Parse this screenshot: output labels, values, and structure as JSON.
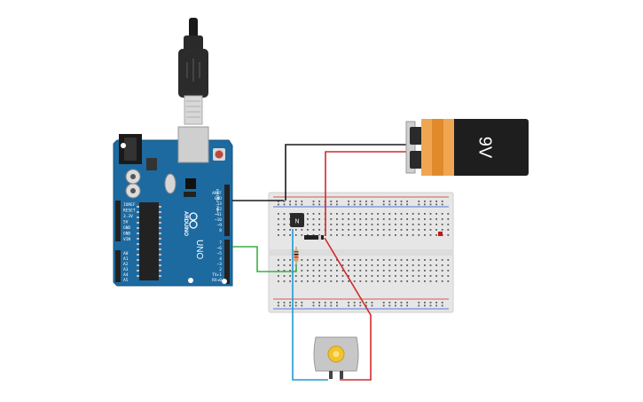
{
  "battery": {
    "label": "9V",
    "color_body": "#1e1e1e",
    "color_band": "#f0a650"
  },
  "arduino": {
    "brand": "ARDUINO",
    "model": "UNO",
    "board_color": "#1d6aa0",
    "digital_header": "DIGITAL (PWM~)",
    "power_labels": [
      "IOREF",
      "RESET",
      "3.3V",
      "5V",
      "GND",
      "GND",
      "VIN"
    ],
    "analog_labels": [
      "A0",
      "A1",
      "A2",
      "A3",
      "A4",
      "A5"
    ],
    "digital_labels": [
      "AREF",
      "GND",
      "13",
      "12",
      "~11",
      "~10",
      "~9",
      "8",
      "7",
      "~6",
      "~5",
      "4",
      "~3",
      "2",
      "TX▸1",
      "RX◂0"
    ]
  },
  "transistor": {
    "label": "N"
  },
  "wires": {
    "red": "#d22a2a",
    "black": "#1a1a1a",
    "green": "#3cb043",
    "blue": "#1f9bd6"
  },
  "motor": {
    "color_body": "#c7c7c7",
    "color_shaft": "#f2c230"
  }
}
